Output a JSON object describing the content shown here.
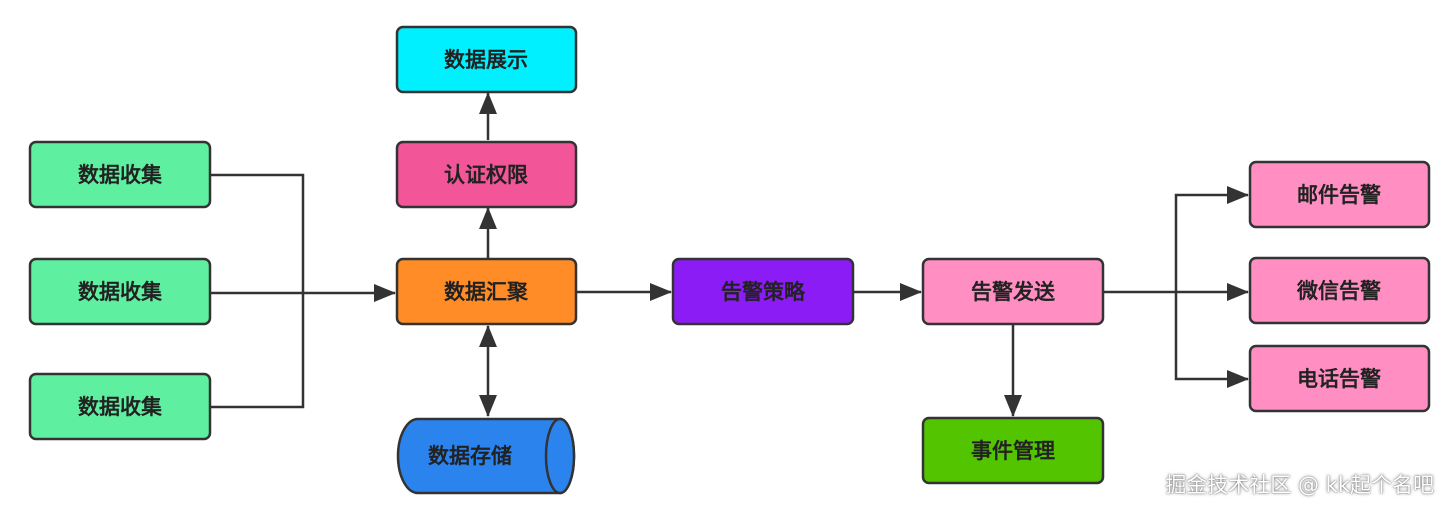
{
  "diagram": {
    "nodes": {
      "collect1": {
        "label": "数据收集",
        "color": "#5ef0a0"
      },
      "collect2": {
        "label": "数据收集",
        "color": "#5ef0a0"
      },
      "collect3": {
        "label": "数据收集",
        "color": "#5ef0a0"
      },
      "display": {
        "label": "数据展示",
        "color": "#00f0ff"
      },
      "auth": {
        "label": "认证权限",
        "color": "#f25598"
      },
      "aggregate": {
        "label": "数据汇聚",
        "color": "#ff8c26"
      },
      "storage": {
        "label": "数据存储",
        "color": "#2b83ee"
      },
      "policy": {
        "label": "告警策略",
        "color": "#8c1cf5"
      },
      "send": {
        "label": "告警发送",
        "color": "#ff8fc2"
      },
      "event": {
        "label": "事件管理",
        "color": "#52c400"
      },
      "email": {
        "label": "邮件告警",
        "color": "#ff8fc2"
      },
      "wechat": {
        "label": "微信告警",
        "color": "#ff8fc2"
      },
      "phone": {
        "label": "电话告警",
        "color": "#ff8fc2"
      }
    }
  },
  "watermark": "掘金技术社区 @ kk起个名吧"
}
